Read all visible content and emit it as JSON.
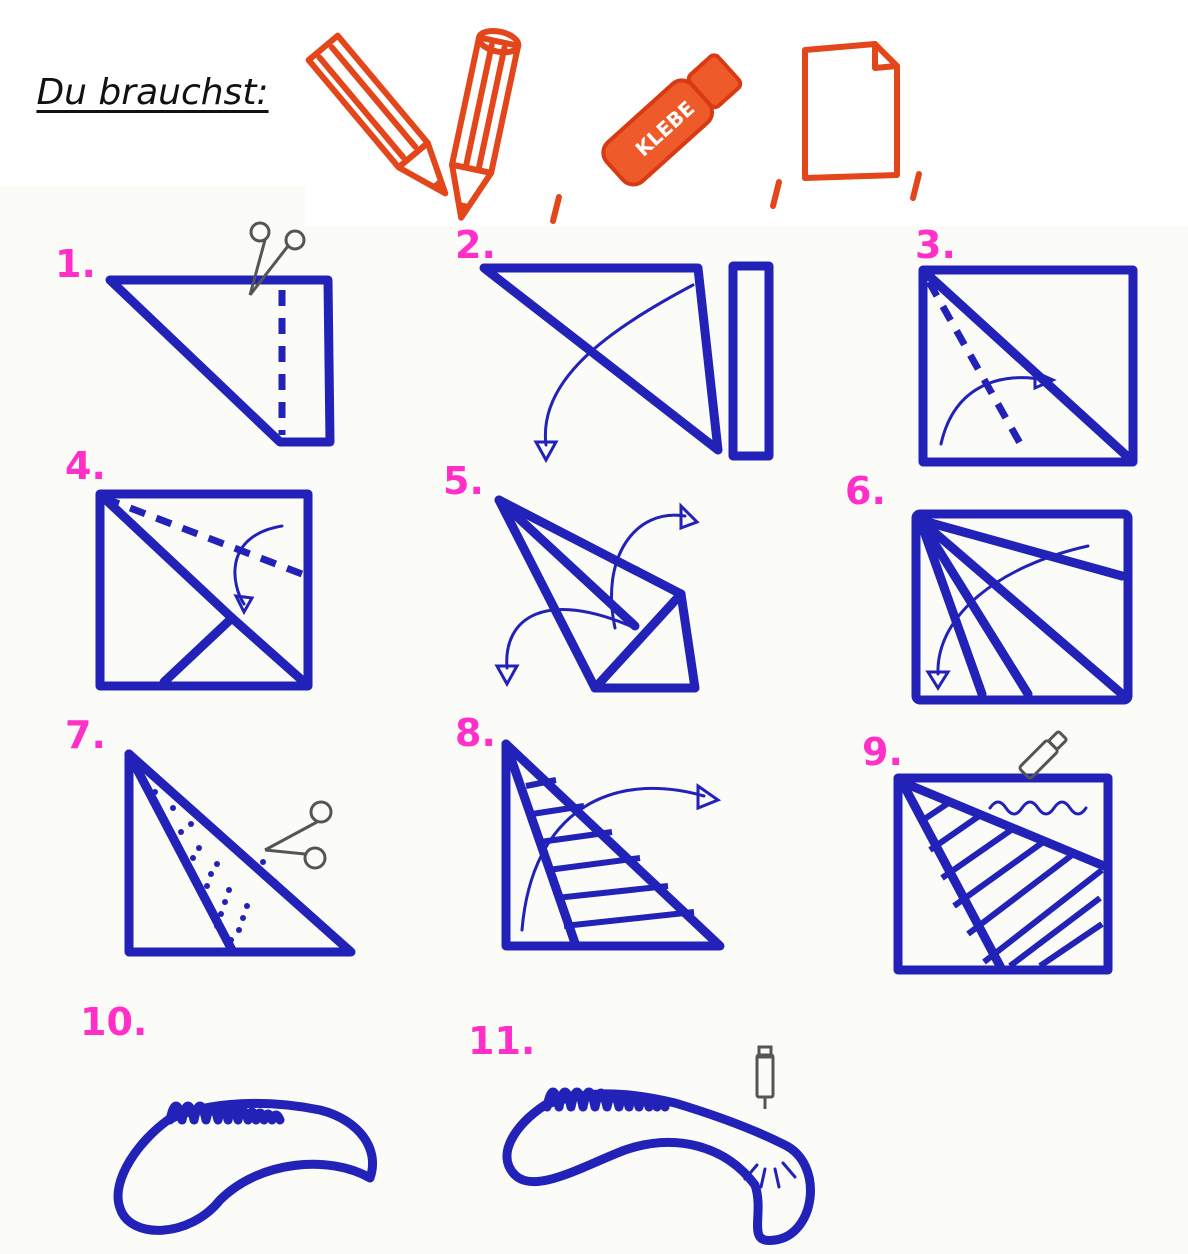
{
  "header": {
    "title": "Du brauchst:"
  },
  "supplies": {
    "items": [
      "pencil-icon",
      "pencil-icon",
      "glue-stick-icon",
      "paper-sheet-icon"
    ],
    "glue_label": "KLEBE"
  },
  "steps": [
    {
      "number": "1."
    },
    {
      "number": "2."
    },
    {
      "number": "3."
    },
    {
      "number": "4."
    },
    {
      "number": "5."
    },
    {
      "number": "6."
    },
    {
      "number": "7."
    },
    {
      "number": "8."
    },
    {
      "number": "9."
    },
    {
      "number": "10."
    },
    {
      "number": "11."
    }
  ],
  "colors": {
    "ink_blue": "#2222b8",
    "number_pink": "#ff2fc8",
    "supplies_orange": "#e3461a"
  }
}
